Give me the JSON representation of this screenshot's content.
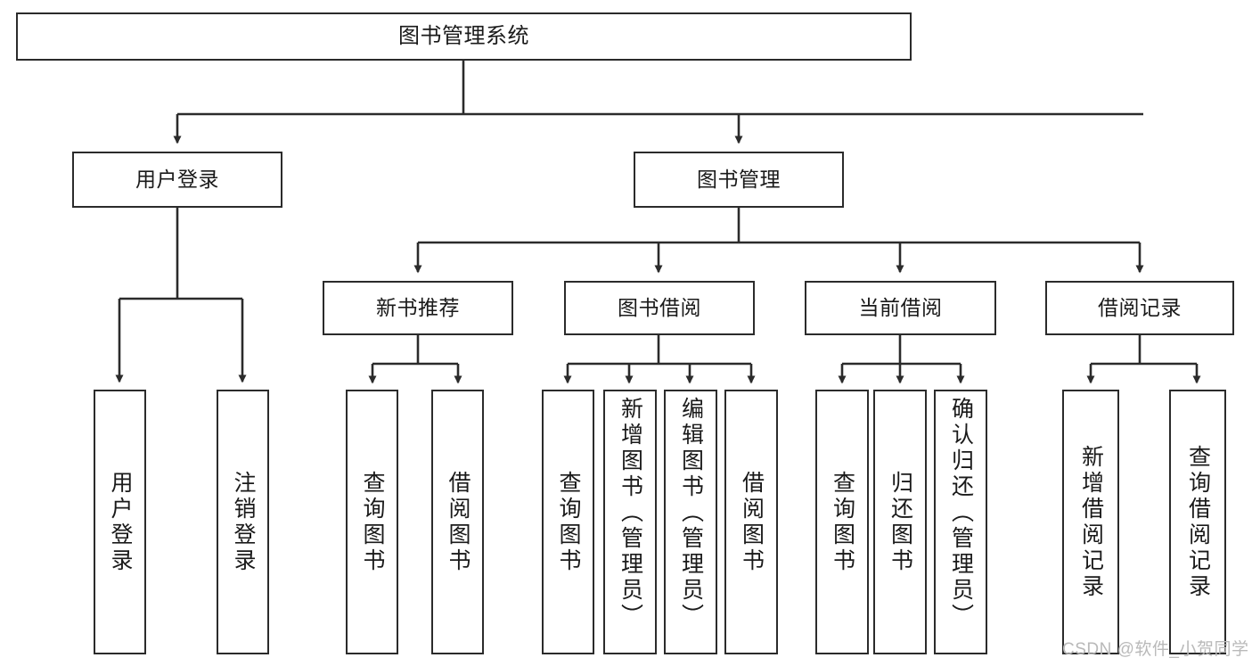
{
  "diagram": {
    "title": "图书管理系统",
    "type": "tree-hierarchy-chart",
    "watermark": "CSDN @软件_小贺同学",
    "accent_color": "#2b2b2b",
    "background_color": "#ffffff",
    "nodes": {
      "root": {
        "label": "图书管理系统"
      },
      "level2": [
        {
          "label": "用户登录"
        },
        {
          "label": "图书管理"
        }
      ],
      "level3": [
        {
          "label": "新书推荐"
        },
        {
          "label": "图书借阅"
        },
        {
          "label": "当前借阅"
        },
        {
          "label": "借阅记录"
        }
      ],
      "leaves_user_login": [
        {
          "label": "用户登录"
        },
        {
          "label": "注销登录"
        }
      ],
      "leaves_new_book": [
        {
          "label": "查询图书"
        },
        {
          "label": "借阅图书"
        }
      ],
      "leaves_borrow": [
        {
          "label": "查询图书"
        },
        {
          "label": "新增图书（管理员）"
        },
        {
          "label": "编辑图书（管理员）"
        },
        {
          "label": "借阅图书"
        }
      ],
      "leaves_current": [
        {
          "label": "查询图书"
        },
        {
          "label": "归还图书"
        },
        {
          "label": "确认归还（管理员）"
        }
      ],
      "leaves_record": [
        {
          "label": "新增借阅记录"
        },
        {
          "label": "查询借阅记录"
        }
      ]
    }
  }
}
